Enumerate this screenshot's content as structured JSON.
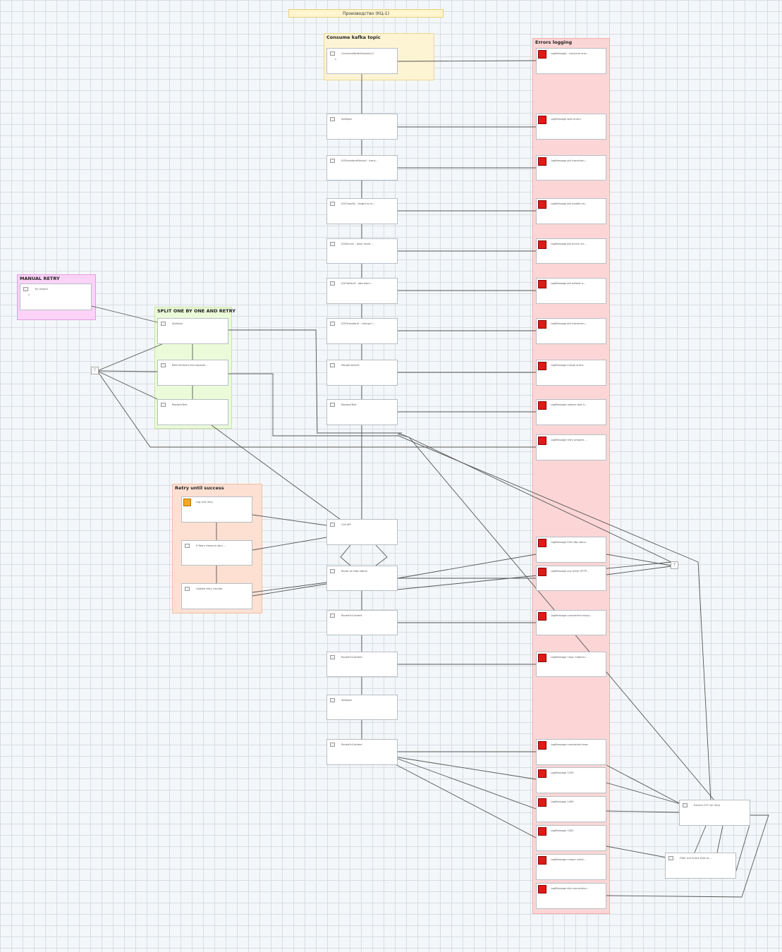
{
  "title": "Производство (КЦ-1)",
  "groups": {
    "consume": "Consume kafka topic",
    "errors": "Errors logging",
    "manual": "MANUAL RETRY",
    "split": "SPLIT ONE BY ONE AND RETRY",
    "retry": "Retry until success"
  },
  "main_nodes": [
    "ConsumeWriteSessionLLC",
    "SplitJson",
    "JOLTransformRecord - trans...",
    "JOLTmodify - length to m...",
    "JOLTenrich - base result ...",
    "JOLTdefault - add elem...",
    "JOLTtransform - change t...",
    "MergeContent",
    "ReplaceText",
    "Call API",
    "Route on http status",
    "RouteOnContent",
    "RouteOnContent",
    "SplitJson",
    "RouteOnContent"
  ],
  "error_nodes": [
    "LogMessage - consume erro...",
    "LogMessage split errors",
    "LogMessage jolt transform...",
    "LogMessage jolt modify err...",
    "LogMessage jolt enrich err...",
    "LogMessage jolt default e...",
    "LogMessage jolt transform...",
    "LogMessage merge errors",
    "LogMessage replace text e...",
    "LogMessage retry prepare ...",
    "LogMessage 500 http statu...",
    "LogMessage any other HTTP...",
    "LogMessage unmatched respo...",
    "LogMessage 'resp' matchin...",
    "LogMessage unmatched resp",
    "LogMessage 1200",
    "LogMessage 1400",
    "LogMessage 1402",
    "LogMessage unique const...",
    "LogMessage site connection..."
  ],
  "manual_node": "Try resend",
  "split_nodes": [
    "SplitJson",
    "Best Element into separat...",
    "ReplaceText"
  ],
  "retry_nodes": [
    "Log and retry",
    "If Retry timeout retry ...",
    "Update retry counter"
  ],
  "right_nodes": [
    "Extract OTC for retry",
    "Filter out errors that ye..."
  ],
  "colors": {
    "consume_fill": "#fdf4d4",
    "consume_border": "#eed78a",
    "errors_fill": "#fcd6d6",
    "errors_border": "#f2aeae",
    "manual_fill": "#fbd3f7",
    "manual_border": "#e79be3",
    "split_fill": "#ebfbd9",
    "split_border": "#c5e6a3",
    "retry_fill": "#fde0d2",
    "retry_border": "#f2bea3",
    "error_icon": "#e01919",
    "warn_icon": "#f5a623"
  },
  "icons": [
    "processor-icon",
    "error-log-icon",
    "warning-icon",
    "funnel-icon"
  ]
}
